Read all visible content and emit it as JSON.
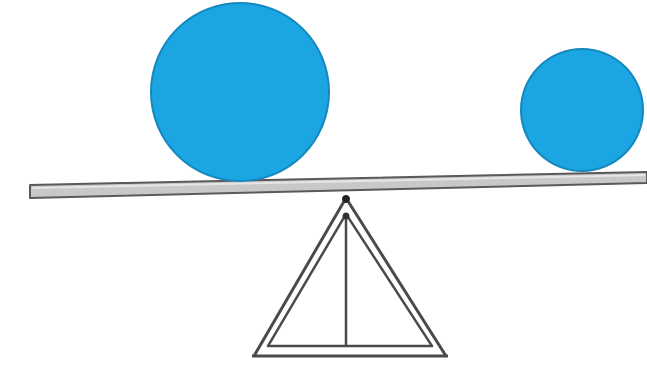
{
  "diagram": {
    "colors": {
      "background": "#ffffff",
      "ball_fill": "#1ba6e3",
      "ball_stroke": "#1488bd",
      "beam_fill": "#c8c8c8",
      "beam_stroke": "#5a5a5a",
      "stand_stroke": "#4a4a4a",
      "pivot": "#222222"
    },
    "objects": [
      {
        "name": "large-ball",
        "shape": "circle",
        "relative_size": "large",
        "side": "left"
      },
      {
        "name": "small-ball",
        "shape": "circle",
        "relative_size": "small",
        "side": "right"
      }
    ],
    "support": "triangular-fulcrum-stand"
  }
}
